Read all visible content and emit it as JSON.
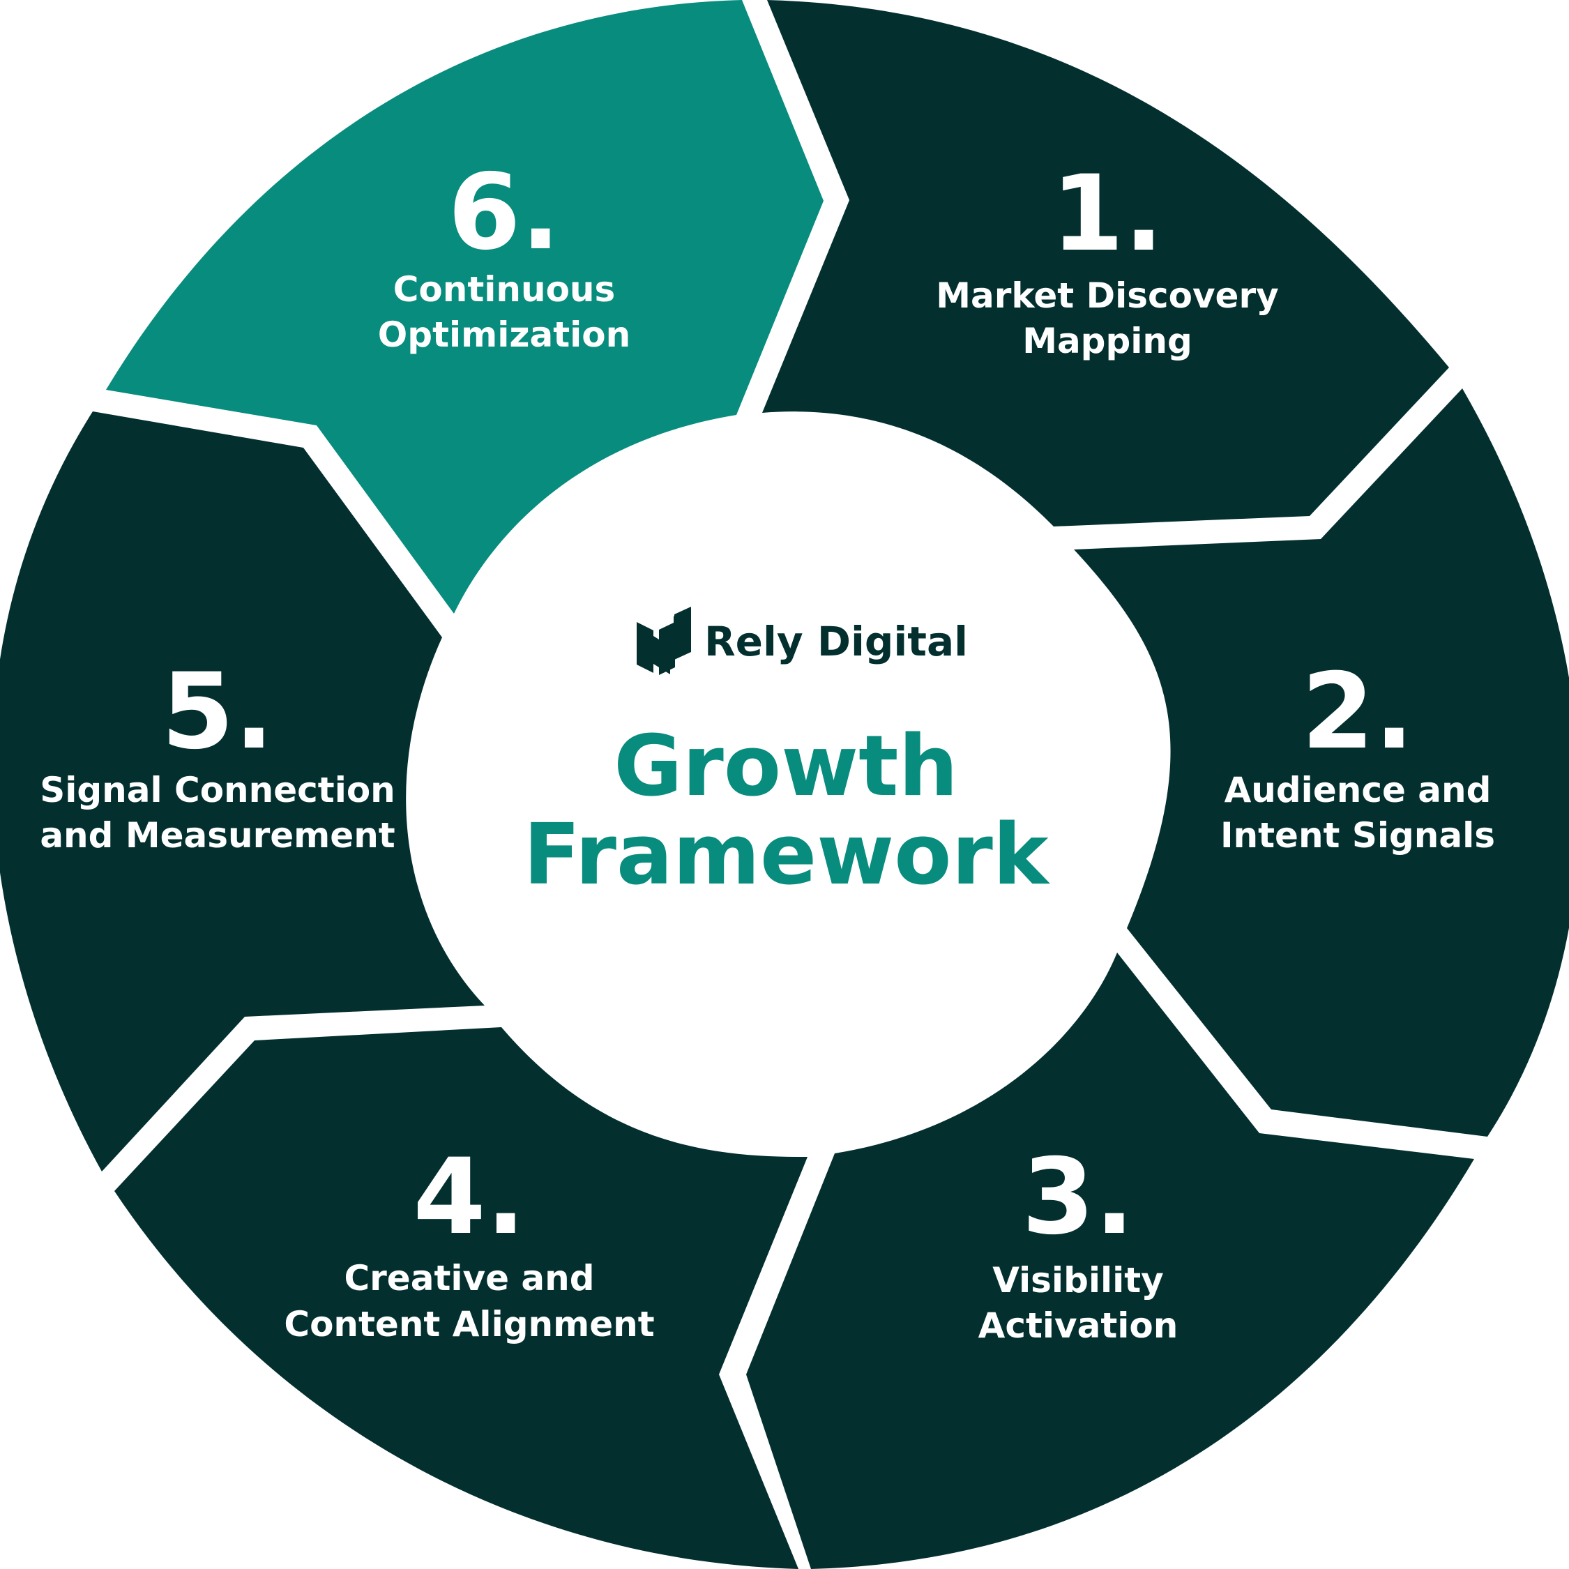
{
  "brand": {
    "name": "Rely Digital"
  },
  "center": {
    "title_line1": "Growth",
    "title_line2": "Framework"
  },
  "colors": {
    "dark": "#03302F",
    "accent": "#078C7E",
    "background": "#FFFFFF",
    "text_on_dark": "#FFFFFF"
  },
  "steps": [
    {
      "number": "1.",
      "line1": "Market Discovery",
      "line2": "Mapping",
      "highlighted": false
    },
    {
      "number": "2.",
      "line1": "Audience and",
      "line2": "Intent Signals",
      "highlighted": false
    },
    {
      "number": "3.",
      "line1": "Visibility",
      "line2": "Activation",
      "highlighted": false
    },
    {
      "number": "4.",
      "line1": "Creative and",
      "line2": "Content Alignment",
      "highlighted": false
    },
    {
      "number": "5.",
      "line1": "Signal Connection",
      "line2": "and Measurement",
      "highlighted": false
    },
    {
      "number": "6.",
      "line1": "Continuous",
      "line2": "Optimization",
      "highlighted": true
    }
  ]
}
